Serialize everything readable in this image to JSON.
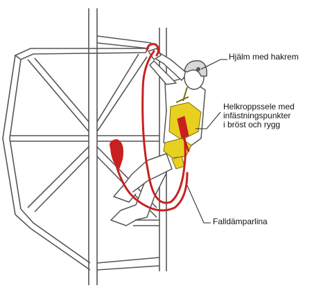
{
  "labels": {
    "helmet": "Hjälm med hakrem",
    "harness": [
      "Helkroppssele med",
      "infästningspunkter",
      "i bröst och rygg"
    ],
    "lanyard": "Falldämparlina"
  },
  "colors": {
    "lanyard": "#c8201e",
    "harness": "#e8d020",
    "outline": "#555555",
    "text": "#111111"
  }
}
